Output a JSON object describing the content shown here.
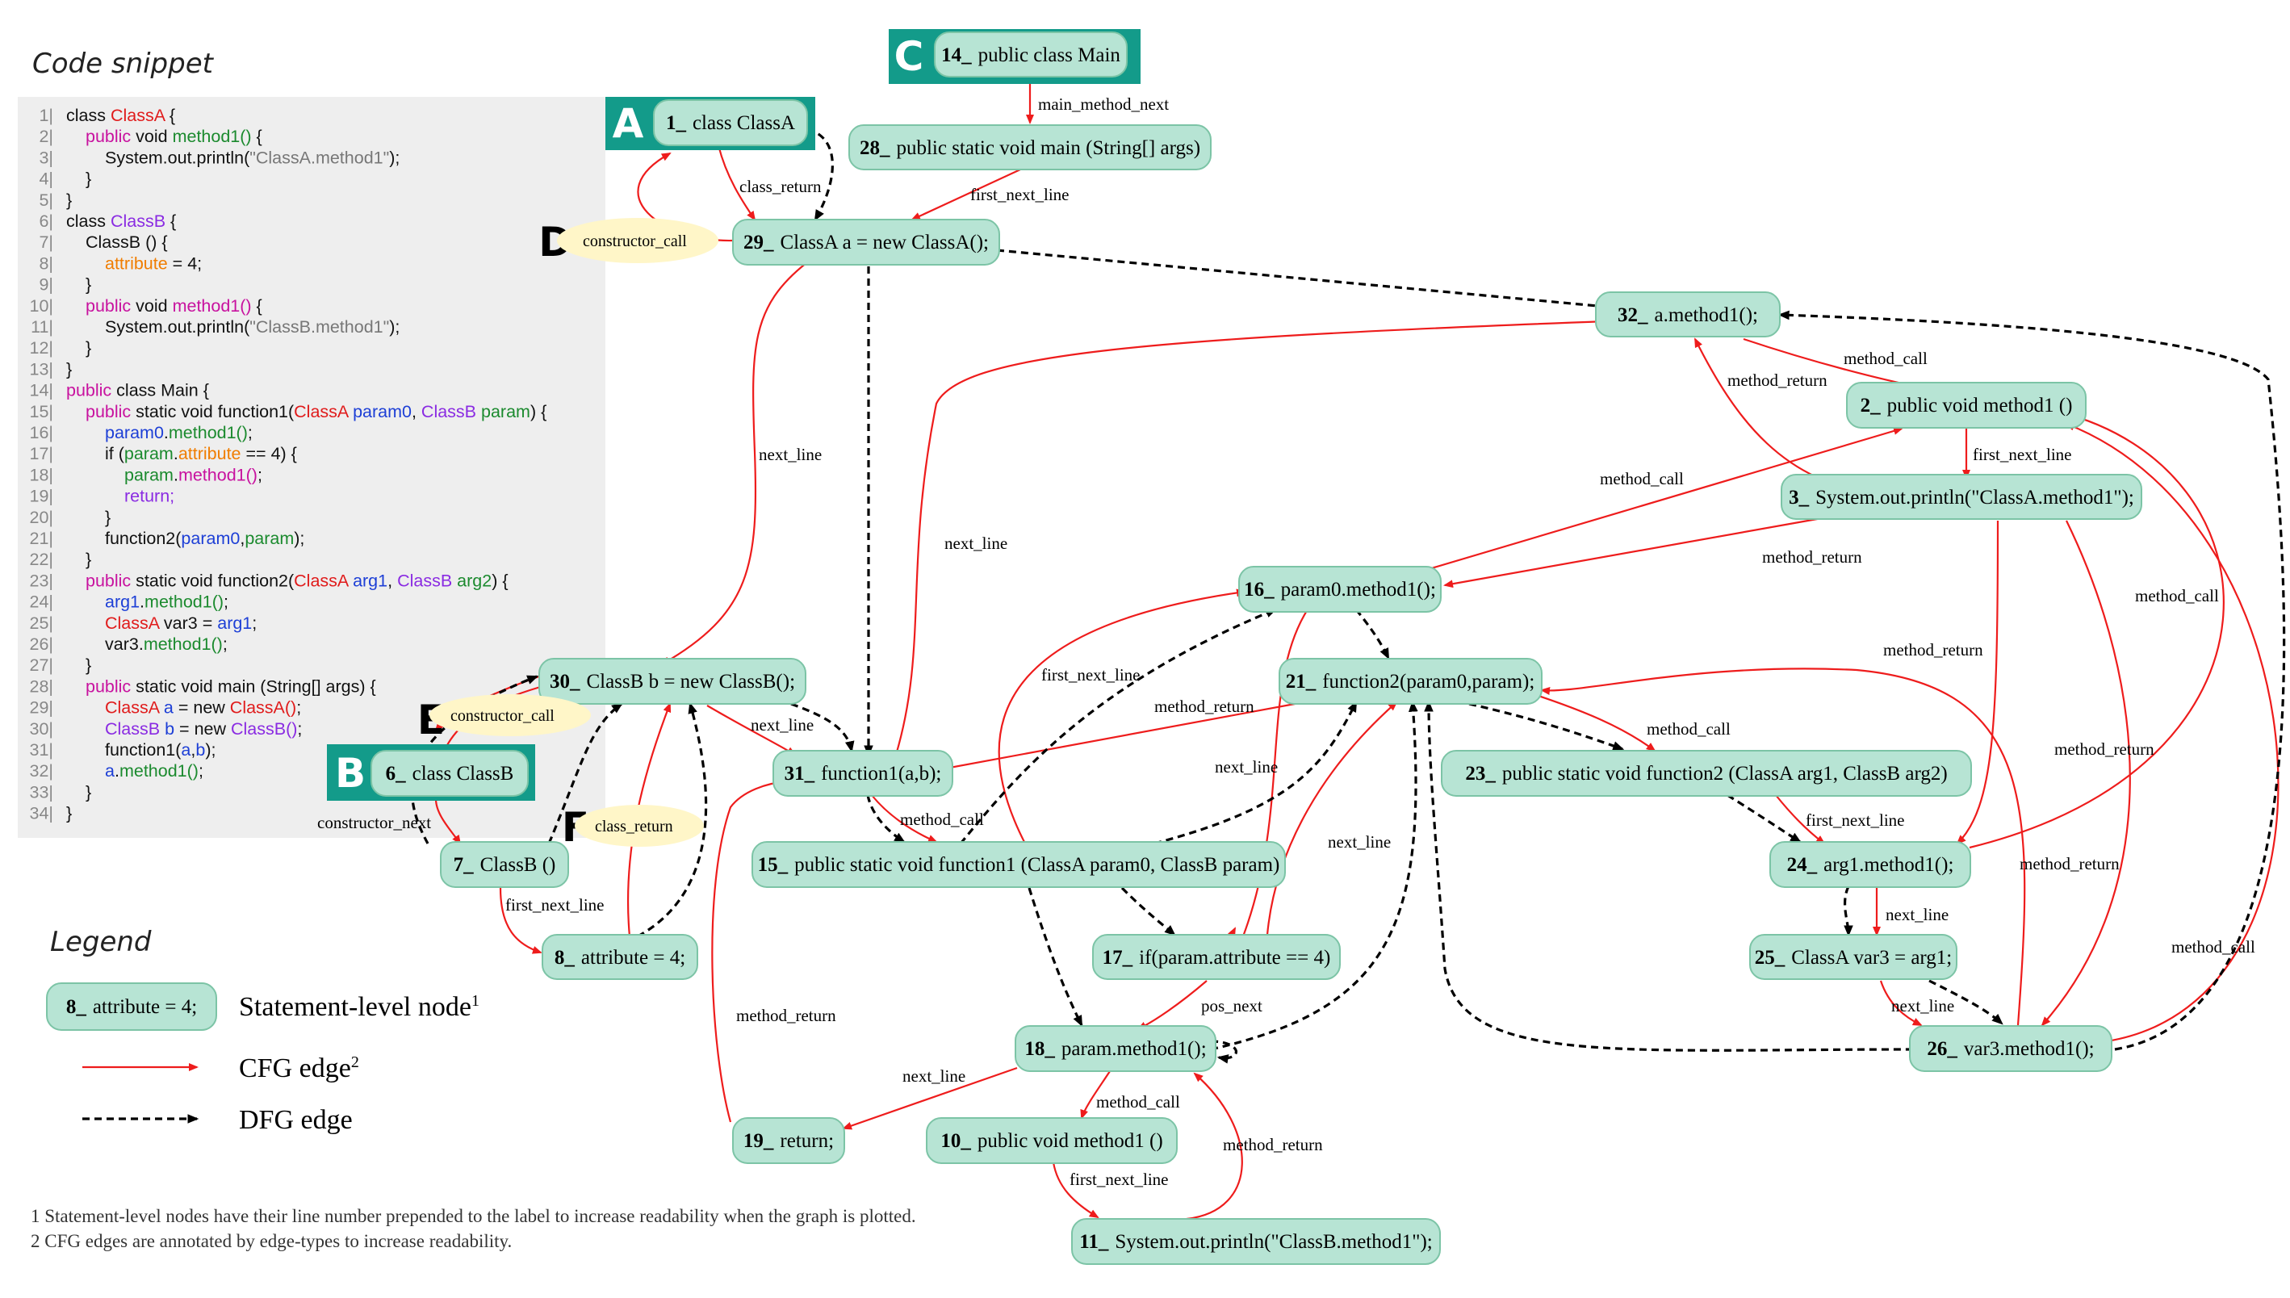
{
  "code_snippet": {
    "title": "Code snippet",
    "lines": [
      {
        "num": "1|",
        "indent": 0,
        "parts": [
          {
            "t": "class ",
            "c": "#111"
          },
          {
            "t": "ClassA",
            "c": "#e01b1b"
          },
          {
            "t": " {",
            "c": "#111"
          }
        ]
      },
      {
        "num": "2|",
        "indent": 1,
        "parts": [
          {
            "t": "public",
            "c": "#c8129f"
          },
          {
            "t": " void ",
            "c": "#111"
          },
          {
            "t": "method1()",
            "c": "#1b8a2e"
          },
          {
            "t": " {",
            "c": "#111"
          }
        ]
      },
      {
        "num": "3|",
        "indent": 2,
        "parts": [
          {
            "t": "System.out.println(",
            "c": "#111"
          },
          {
            "t": "\"ClassA.method1\"",
            "c": "#777"
          },
          {
            "t": ");",
            "c": "#111"
          }
        ]
      },
      {
        "num": "4|",
        "indent": 1,
        "parts": [
          {
            "t": "}",
            "c": "#111"
          }
        ]
      },
      {
        "num": "5|",
        "indent": 0,
        "parts": [
          {
            "t": "}",
            "c": "#111"
          }
        ]
      },
      {
        "num": "6|",
        "indent": 0,
        "parts": [
          {
            "t": "class ",
            "c": "#111"
          },
          {
            "t": "ClassB",
            "c": "#8a2be2"
          },
          {
            "t": " {",
            "c": "#111"
          }
        ]
      },
      {
        "num": "7|",
        "indent": 1,
        "parts": [
          {
            "t": "ClassB () {",
            "c": "#111"
          }
        ]
      },
      {
        "num": "8|",
        "indent": 2,
        "parts": [
          {
            "t": "attribute",
            "c": "#f07d00"
          },
          {
            "t": " = 4;",
            "c": "#111"
          }
        ]
      },
      {
        "num": "9|",
        "indent": 1,
        "parts": [
          {
            "t": "}",
            "c": "#111"
          }
        ]
      },
      {
        "num": "10|",
        "indent": 1,
        "parts": [
          {
            "t": "public",
            "c": "#c8129f"
          },
          {
            "t": " void ",
            "c": "#111"
          },
          {
            "t": "method1()",
            "c": "#c8129f"
          },
          {
            "t": " {",
            "c": "#111"
          }
        ]
      },
      {
        "num": "11|",
        "indent": 2,
        "parts": [
          {
            "t": "System.out.println(",
            "c": "#111"
          },
          {
            "t": "\"ClassB.method1\"",
            "c": "#777"
          },
          {
            "t": ");",
            "c": "#111"
          }
        ]
      },
      {
        "num": "12|",
        "indent": 1,
        "parts": [
          {
            "t": "}",
            "c": "#111"
          }
        ]
      },
      {
        "num": "13|",
        "indent": 0,
        "parts": [
          {
            "t": "}",
            "c": "#111"
          }
        ]
      },
      {
        "num": "14|",
        "indent": 0,
        "parts": [
          {
            "t": "public",
            "c": "#c8129f"
          },
          {
            "t": " class Main {",
            "c": "#111"
          }
        ]
      },
      {
        "num": "15|",
        "indent": 1,
        "parts": [
          {
            "t": "public",
            "c": "#c8129f"
          },
          {
            "t": " static void function1(",
            "c": "#111"
          },
          {
            "t": "ClassA",
            "c": "#e01b1b"
          },
          {
            "t": " ",
            "c": "#111"
          },
          {
            "t": "param0",
            "c": "#1d3fd6"
          },
          {
            "t": ", ",
            "c": "#111"
          },
          {
            "t": "ClassB",
            "c": "#8a2be2"
          },
          {
            "t": " ",
            "c": "#111"
          },
          {
            "t": "param",
            "c": "#1b8a2e"
          },
          {
            "t": ") {",
            "c": "#111"
          }
        ]
      },
      {
        "num": "16|",
        "indent": 2,
        "parts": [
          {
            "t": "param0",
            "c": "#1d3fd6"
          },
          {
            "t": ".",
            "c": "#111"
          },
          {
            "t": "method1()",
            "c": "#1b8a2e"
          },
          {
            "t": ";",
            "c": "#111"
          }
        ]
      },
      {
        "num": "17|",
        "indent": 2,
        "parts": [
          {
            "t": "if (",
            "c": "#111"
          },
          {
            "t": "param",
            "c": "#1b8a2e"
          },
          {
            "t": ".",
            "c": "#111"
          },
          {
            "t": "attribute",
            "c": "#f07d00"
          },
          {
            "t": " == 4) {",
            "c": "#111"
          }
        ]
      },
      {
        "num": "18|",
        "indent": 3,
        "parts": [
          {
            "t": "param",
            "c": "#1b8a2e"
          },
          {
            "t": ".",
            "c": "#111"
          },
          {
            "t": "method1()",
            "c": "#c8129f"
          },
          {
            "t": ";",
            "c": "#111"
          }
        ]
      },
      {
        "num": "19|",
        "indent": 3,
        "parts": [
          {
            "t": "return;",
            "c": "#8a2be2"
          }
        ]
      },
      {
        "num": "20|",
        "indent": 2,
        "parts": [
          {
            "t": "}",
            "c": "#111"
          }
        ]
      },
      {
        "num": "21|",
        "indent": 2,
        "parts": [
          {
            "t": "function2(",
            "c": "#111"
          },
          {
            "t": "param0",
            "c": "#1d3fd6"
          },
          {
            "t": ",",
            "c": "#111"
          },
          {
            "t": "param",
            "c": "#1b8a2e"
          },
          {
            "t": ");",
            "c": "#111"
          }
        ]
      },
      {
        "num": "22|",
        "indent": 1,
        "parts": [
          {
            "t": "}",
            "c": "#111"
          }
        ]
      },
      {
        "num": "23|",
        "indent": 1,
        "parts": [
          {
            "t": "public",
            "c": "#c8129f"
          },
          {
            "t": " static void function2(",
            "c": "#111"
          },
          {
            "t": "ClassA",
            "c": "#e01b1b"
          },
          {
            "t": " ",
            "c": "#111"
          },
          {
            "t": "arg1",
            "c": "#1d3fd6"
          },
          {
            "t": ", ",
            "c": "#111"
          },
          {
            "t": "ClassB",
            "c": "#8a2be2"
          },
          {
            "t": " ",
            "c": "#111"
          },
          {
            "t": "arg2",
            "c": "#1b8a2e"
          },
          {
            "t": ") {",
            "c": "#111"
          }
        ]
      },
      {
        "num": "24|",
        "indent": 2,
        "parts": [
          {
            "t": "arg1",
            "c": "#1d3fd6"
          },
          {
            "t": ".",
            "c": "#111"
          },
          {
            "t": "method1()",
            "c": "#1b8a2e"
          },
          {
            "t": ";",
            "c": "#111"
          }
        ]
      },
      {
        "num": "25|",
        "indent": 2,
        "parts": [
          {
            "t": "ClassA",
            "c": "#e01b1b"
          },
          {
            "t": " var3 = ",
            "c": "#111"
          },
          {
            "t": "arg1",
            "c": "#1d3fd6"
          },
          {
            "t": ";",
            "c": "#111"
          }
        ]
      },
      {
        "num": "26|",
        "indent": 2,
        "parts": [
          {
            "t": "var3.",
            "c": "#111"
          },
          {
            "t": "method1()",
            "c": "#1b8a2e"
          },
          {
            "t": ";",
            "c": "#111"
          }
        ]
      },
      {
        "num": "27|",
        "indent": 1,
        "parts": [
          {
            "t": "}",
            "c": "#111"
          }
        ]
      },
      {
        "num": "28|",
        "indent": 1,
        "parts": [
          {
            "t": "public",
            "c": "#c8129f"
          },
          {
            "t": " static void main (String[] args) {",
            "c": "#111"
          }
        ]
      },
      {
        "num": "29|",
        "indent": 2,
        "parts": [
          {
            "t": "ClassA",
            "c": "#e01b1b"
          },
          {
            "t": " ",
            "c": "#111"
          },
          {
            "t": "a",
            "c": "#1d3fd6"
          },
          {
            "t": " = new ",
            "c": "#111"
          },
          {
            "t": "ClassA()",
            "c": "#e01b1b"
          },
          {
            "t": ";",
            "c": "#111"
          }
        ]
      },
      {
        "num": "30|",
        "indent": 2,
        "parts": [
          {
            "t": "ClassB",
            "c": "#8a2be2"
          },
          {
            "t": " ",
            "c": "#111"
          },
          {
            "t": "b",
            "c": "#1d3fd6"
          },
          {
            "t": " = new ",
            "c": "#111"
          },
          {
            "t": "ClassB()",
            "c": "#8a2be2"
          },
          {
            "t": ";",
            "c": "#111"
          }
        ]
      },
      {
        "num": "31|",
        "indent": 2,
        "parts": [
          {
            "t": "function1(",
            "c": "#111"
          },
          {
            "t": "a",
            "c": "#1d3fd6"
          },
          {
            "t": ",",
            "c": "#111"
          },
          {
            "t": "b",
            "c": "#1d3fd6"
          },
          {
            "t": ");",
            "c": "#111"
          }
        ]
      },
      {
        "num": "32|",
        "indent": 2,
        "parts": [
          {
            "t": "a",
            "c": "#1d3fd6"
          },
          {
            "t": ".",
            "c": "#111"
          },
          {
            "t": "method1()",
            "c": "#1b8a2e"
          },
          {
            "t": ";",
            "c": "#111"
          }
        ]
      },
      {
        "num": "33|",
        "indent": 1,
        "parts": [
          {
            "t": "}",
            "c": "#111"
          }
        ]
      },
      {
        "num": "34|",
        "indent": 0,
        "parts": [
          {
            "t": "}",
            "c": "#111"
          }
        ]
      }
    ]
  },
  "nodes": [
    {
      "key": "n1",
      "id": "1_",
      "label": "class ClassA"
    },
    {
      "key": "n14",
      "id": "14_",
      "label": "public class Main"
    },
    {
      "key": "n28",
      "id": "28_",
      "label": "public static void main (String[] args)"
    },
    {
      "key": "n29",
      "id": "29_",
      "label": "ClassA a = new ClassA();"
    },
    {
      "key": "n32",
      "id": "32_",
      "label": "a.method1();"
    },
    {
      "key": "n2",
      "id": "2_",
      "label": "public void method1 ()"
    },
    {
      "key": "n3",
      "id": "3_",
      "label": "System.out.println(\"ClassA.method1\");"
    },
    {
      "key": "n16",
      "id": "16_",
      "label": "param0.method1();"
    },
    {
      "key": "n21",
      "id": "21_",
      "label": "function2(param0,param);"
    },
    {
      "key": "n30",
      "id": "30_",
      "label": "ClassB b = new ClassB();"
    },
    {
      "key": "n31",
      "id": "31_",
      "label": "function1(a,b);"
    },
    {
      "key": "n23",
      "id": "23_",
      "label": "public static void function2 (ClassA arg1, ClassB arg2)"
    },
    {
      "key": "n6",
      "id": "6_",
      "label": "class ClassB"
    },
    {
      "key": "n15",
      "id": "15_",
      "label": "public static void function1 (ClassA param0, ClassB param)"
    },
    {
      "key": "n24",
      "id": "24_",
      "label": "arg1.method1();"
    },
    {
      "key": "n7",
      "id": "7_",
      "label": "ClassB ()"
    },
    {
      "key": "n8",
      "id": "8_",
      "label": "attribute = 4;"
    },
    {
      "key": "n17",
      "id": "17_",
      "label": "if(param.attribute == 4)"
    },
    {
      "key": "n25",
      "id": "25_",
      "label": "ClassA var3 = arg1;"
    },
    {
      "key": "n18",
      "id": "18_",
      "label": "param.method1();"
    },
    {
      "key": "n26",
      "id": "26_",
      "label": "var3.method1();"
    },
    {
      "key": "n10",
      "id": "10_",
      "label": "public void method1 ()"
    },
    {
      "key": "n19",
      "id": "19_",
      "label": "return;"
    },
    {
      "key": "n11",
      "id": "11_",
      "label": "System.out.println(\"ClassB.method1\");"
    }
  ],
  "edge_labels": {
    "main_method_next": "main_method_next",
    "first_next_line": "first_next_line",
    "class_return": "class_return",
    "next_line": "next_line",
    "method_call": "method_call",
    "method_return": "method_return",
    "constructor_next": "constructor_next",
    "pos_next": "pos_next"
  },
  "markers": {
    "A": "A",
    "B": "B",
    "C": "C",
    "D": "D",
    "E": "E",
    "F": "F"
  },
  "highlights": {
    "constructor_call_d": "constructor_call",
    "constructor_call_e": "constructor_call",
    "class_return_f": "class_return"
  },
  "legend": {
    "title": "Legend",
    "sample_id": "8_",
    "sample_label": "attribute = 4;",
    "node_desc": "Statement-level node",
    "node_sup": "1",
    "cfg_desc": "CFG edge",
    "cfg_sup": "2",
    "dfg_desc": "DFG edge"
  },
  "footnotes": [
    "1  Statement-level nodes have their line number prepended to the label to increase readability when the graph is plotted.",
    "2  CFG edges are annotated by edge-types to increase readability."
  ],
  "colors": {
    "node_fill": "#b7e4d4",
    "node_stroke": "#7cc4a6",
    "cfg_edge": "#ee1c1c",
    "dfg_edge": "#000000",
    "marker_teal": "#139b8a",
    "highlight": "#fff6c8"
  }
}
